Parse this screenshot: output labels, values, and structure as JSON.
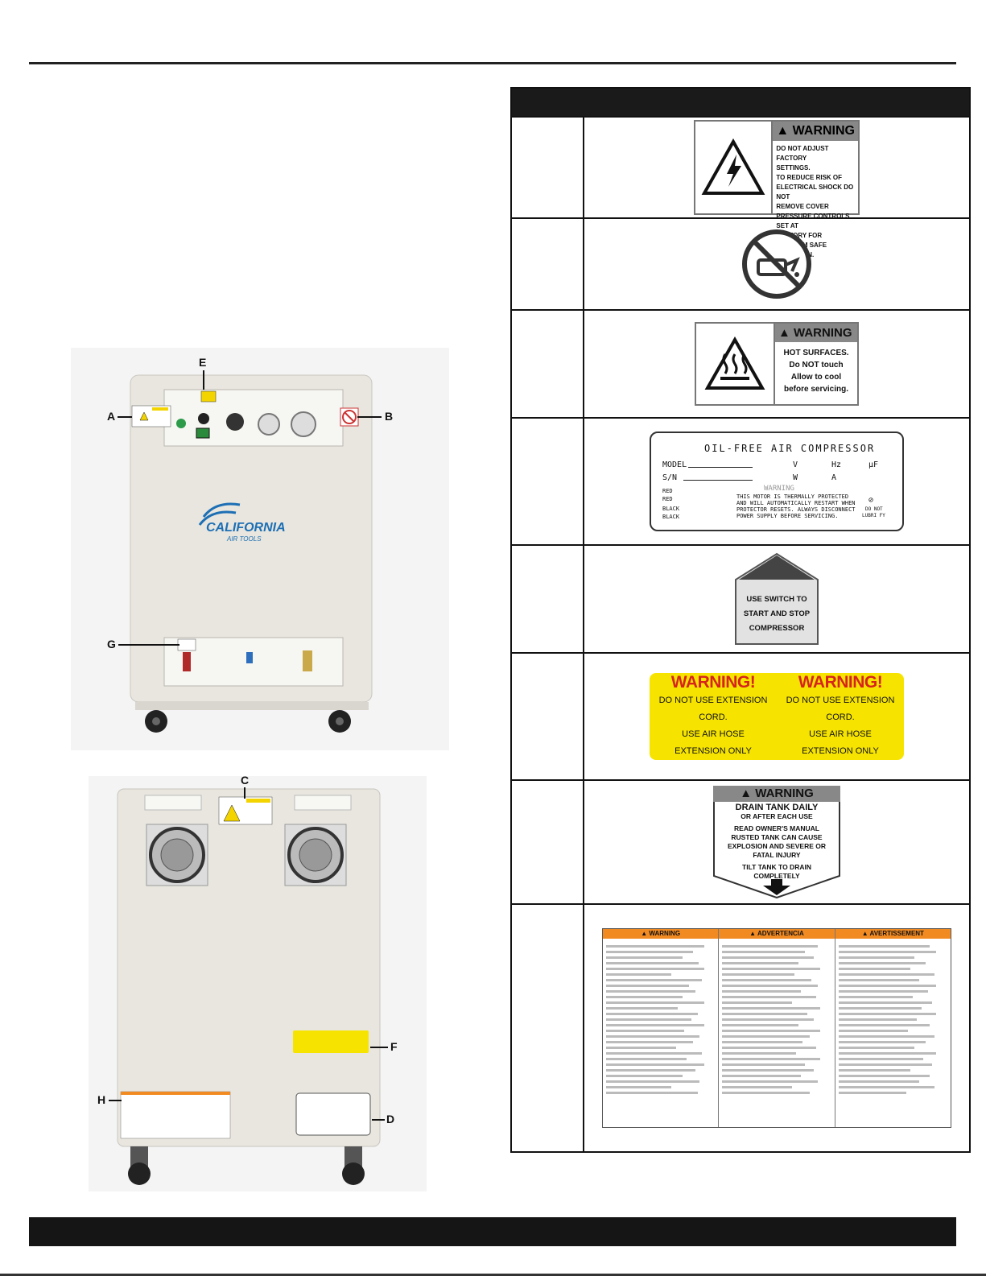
{
  "labels": {
    "A": "A",
    "B": "B",
    "C": "C",
    "D": "D",
    "E": "E",
    "F": "F",
    "G": "G",
    "H": "H"
  },
  "logo": {
    "line1": "CALIFORNIA",
    "line2": "AIR TOOLS"
  },
  "decal_electric": {
    "header": "WARNING",
    "body": [
      "DO NOT ADJUST FACTORY",
      "SETTINGS.",
      "TO REDUCE RISK OF",
      "ELECTRICAL SHOCK DO NOT",
      "REMOVE COVER",
      "PRESSURE CONTROLS SET AT",
      "FACTORY FOR MAXIMUM SAFE",
      "OPERATON."
    ]
  },
  "decal_hot": {
    "header": "WARNING",
    "body": [
      "HOT SURFACES.",
      "Do NOT touch",
      "Allow to cool",
      "before servicing."
    ]
  },
  "decal_plate": {
    "title": "OIL-FREE AIR COMPRESSOR",
    "model": "MODEL",
    "sn": "S/N",
    "v": "V",
    "hz": "Hz",
    "uf": "µF",
    "w": "W",
    "a": "A",
    "warning": "WARNING",
    "motor_text": [
      "THIS MOTOR IS THERMALLY PROTECTED",
      "AND WILL AUTOMATICALLY RESTART WHEN",
      "PROTECTOR RESETS. ALWAYS DISCONNECT",
      "POWER SUPPLY BEFORE SERVICING."
    ],
    "wires": [
      "RED",
      "RED",
      "BLACK",
      "BLACK"
    ],
    "do_not": "DO NOT",
    "lubricate": "LUBRI FY"
  },
  "decal_switch": {
    "lines": [
      "USE SWITCH TO",
      "START AND STOP",
      "COMPRESSOR"
    ]
  },
  "decal_yellow": {
    "warning": "WARNING!",
    "lines": [
      "DO NOT USE EXTENSION CORD.",
      "USE AIR HOSE",
      "EXTENSION ONLY"
    ]
  },
  "decal_drain": {
    "header": "WARNING",
    "lines": [
      "DRAIN TANK DAILY",
      "OR AFTER EACH USE",
      "READ OWNER'S MANUAL",
      "RUSTED TANK CAN CAUSE",
      "EXPLOSION AND SEVERE OR",
      "FATAL INJURY",
      "TILT TANK TO DRAIN",
      "COMPLETELY"
    ]
  },
  "decal_multi": {
    "headers": [
      "WARNING",
      "ADVERTENCIA",
      "AVERTISSEMENT"
    ]
  },
  "colors": {
    "cabinet": "#e8e6de",
    "yellow": "#f6e400",
    "red_text": "#d6241c",
    "orange": "#f28a22",
    "bar": "#151515"
  }
}
